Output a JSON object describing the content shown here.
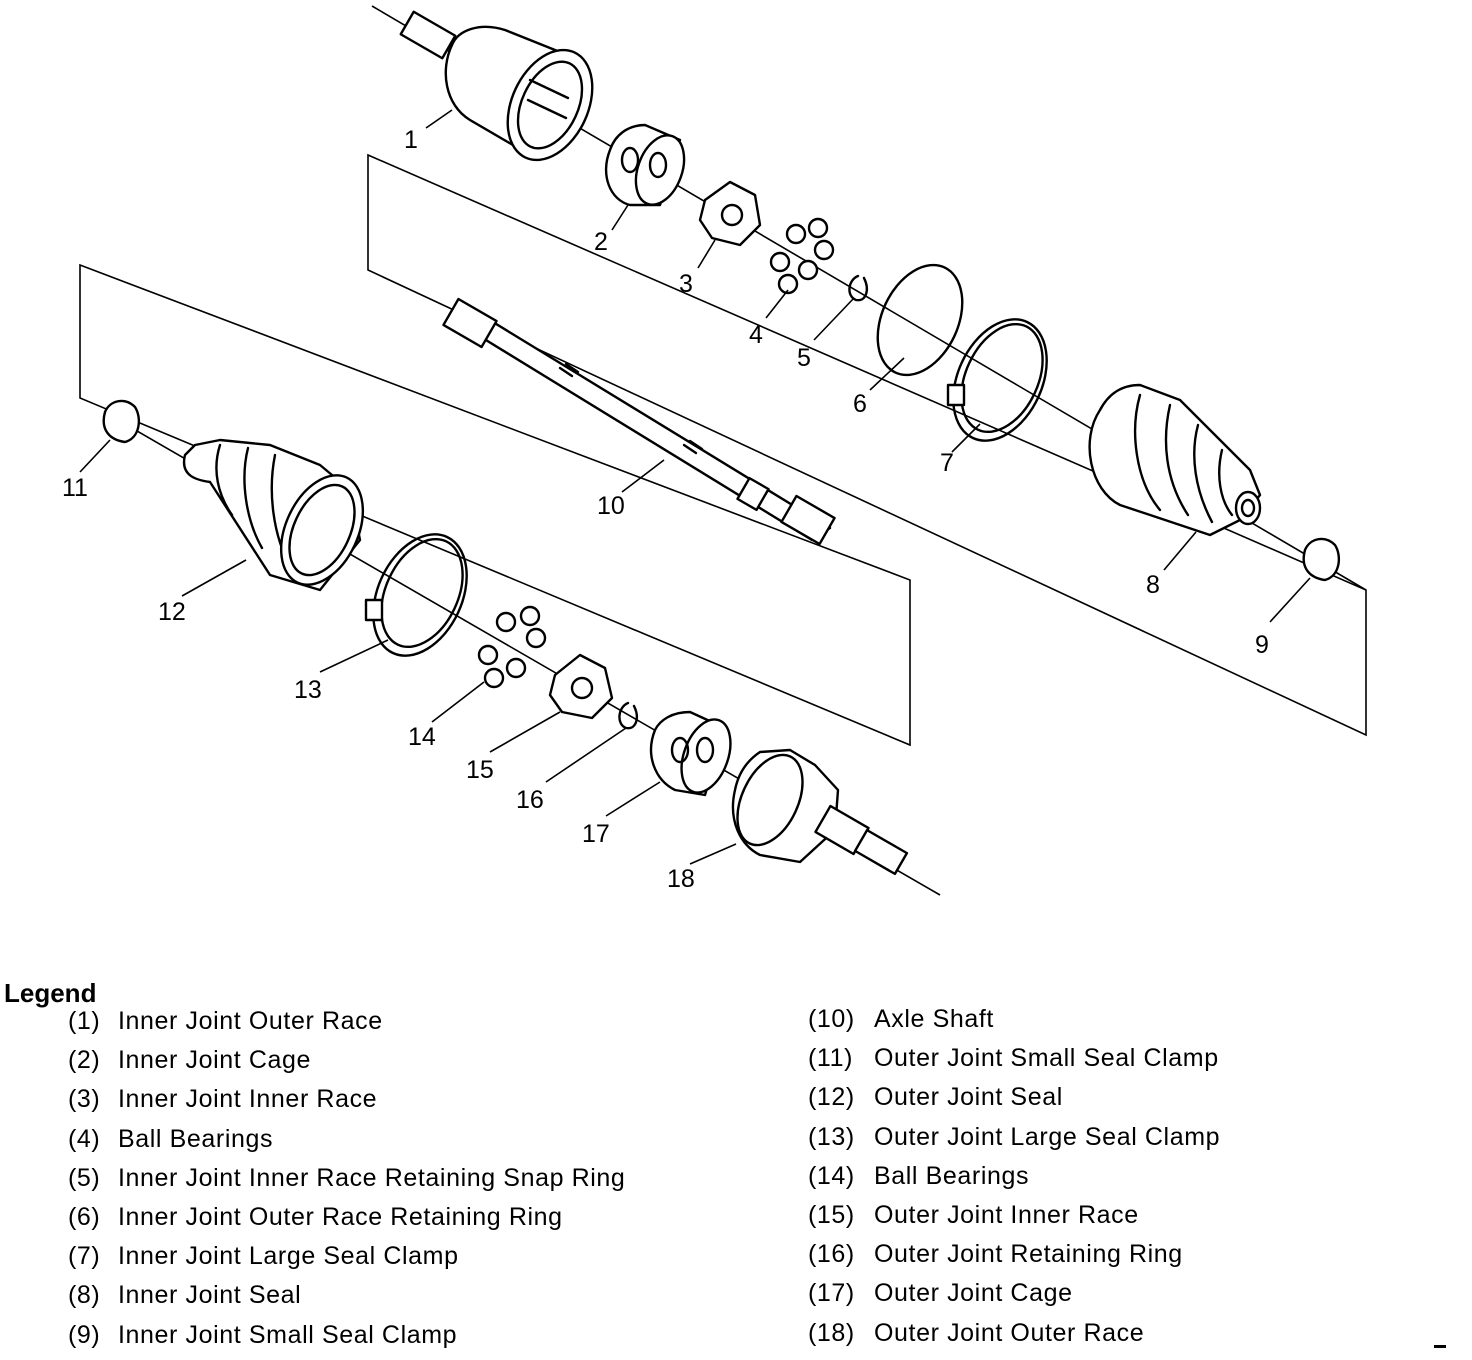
{
  "callouts": [
    "1",
    "2",
    "3",
    "4",
    "5",
    "6",
    "7",
    "8",
    "9",
    "10",
    "11",
    "12",
    "13",
    "14",
    "15",
    "16",
    "17",
    "18"
  ],
  "legend": {
    "title": "Legend",
    "left": [
      {
        "num": "(1)",
        "label": "Inner Joint Outer Race"
      },
      {
        "num": "(2)",
        "label": "Inner Joint Cage"
      },
      {
        "num": "(3)",
        "label": "Inner Joint Inner Race"
      },
      {
        "num": "(4)",
        "label": "Ball Bearings"
      },
      {
        "num": "(5)",
        "label": "Inner Joint Inner Race Retaining Snap Ring"
      },
      {
        "num": "(6)",
        "label": "Inner Joint Outer Race Retaining Ring"
      },
      {
        "num": "(7)",
        "label": "Inner Joint Large Seal Clamp"
      },
      {
        "num": "(8)",
        "label": "Inner Joint Seal"
      },
      {
        "num": "(9)",
        "label": "Inner Joint Small Seal Clamp"
      }
    ],
    "right": [
      {
        "num": "(10)",
        "label": "Axle Shaft"
      },
      {
        "num": "(11)",
        "label": "Outer Joint Small Seal Clamp"
      },
      {
        "num": "(12)",
        "label": "Outer Joint Seal"
      },
      {
        "num": "(13)",
        "label": "Outer Joint Large Seal Clamp"
      },
      {
        "num": "(14)",
        "label": "Ball Bearings"
      },
      {
        "num": "(15)",
        "label": "Outer Joint Inner Race"
      },
      {
        "num": "(16)",
        "label": "Outer Joint Retaining Ring"
      },
      {
        "num": "(17)",
        "label": "Outer Joint Cage"
      },
      {
        "num": "(18)",
        "label": "Outer Joint Outer Race"
      }
    ]
  }
}
